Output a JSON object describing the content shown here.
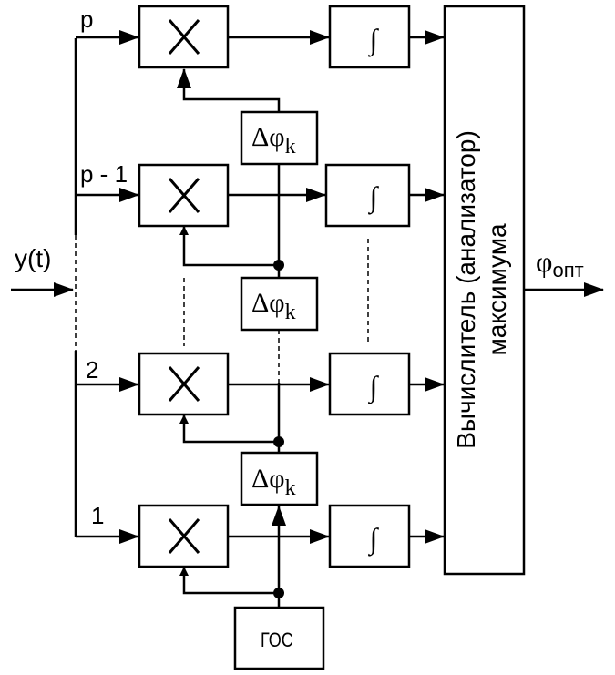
{
  "input": {
    "label": "y(t)"
  },
  "output": {
    "label_main": "φ",
    "label_sub": "опт"
  },
  "channels": [
    {
      "label": "p"
    },
    {
      "label": "p - 1"
    },
    {
      "label": "2"
    },
    {
      "label": "1"
    }
  ],
  "integrator_symbol": "∫",
  "phase_shift": {
    "main": "Δφ",
    "sub": "k"
  },
  "analyzer": {
    "line1": "Вычислитель (анализатор)",
    "line2": "максимума"
  },
  "generator": {
    "label": "ГОС"
  }
}
